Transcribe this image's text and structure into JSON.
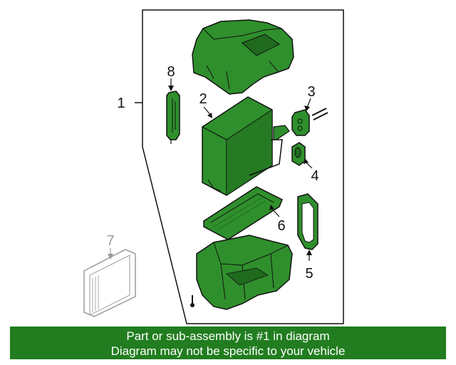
{
  "colors": {
    "part_fill": "#2f8f2c",
    "part_dark": "#1f6a1d",
    "outline": "#111111",
    "leader_grey": "#9a9a9a",
    "banner_bg": "#217d1f",
    "banner_text": "#ffffff"
  },
  "callouts": {
    "assembly": "1",
    "evaporator_core": "2",
    "expansion_valve": "3",
    "seal": "4",
    "gasket": "5",
    "bracket": "6",
    "cabin_filter": "7",
    "sensor": "8"
  },
  "banner": {
    "line1": "Part or sub-assembly is #1 in diagram",
    "line2": "Diagram may not be specific to your vehicle"
  }
}
